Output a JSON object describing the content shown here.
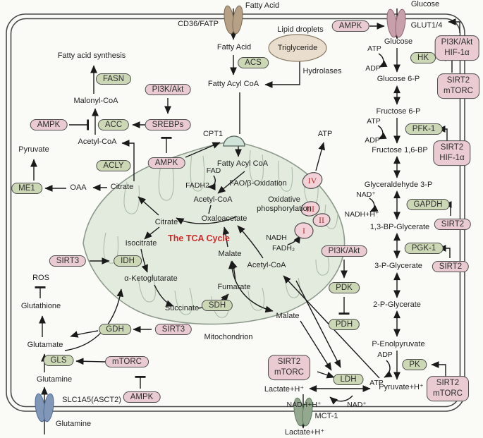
{
  "colors": {
    "background": "#fafaf7",
    "enzyme_pill_green": "#ccd7b6",
    "regulator_pill_pink": "#e9cbd1",
    "mitochondrion_fill": "#e3ebde",
    "mitochondrion_stroke": "#8d9a8b",
    "membrane_stroke": "#4a4a4a",
    "arrow_color": "#1a1a1a",
    "tca_title_red": "#cf2b2b",
    "complex_fill": "#f2d2d8",
    "triglyceride_fill": "#e9ddcd",
    "cd36_transporter": "#b6a186",
    "glut_transporter": "#c7a0ac",
    "mct_transporter": "#93a88e",
    "slc_transporter": "#8097b8"
  },
  "icons": {
    "cd36_transporter_icon": "paired-ellipse membrane channel",
    "glut_transporter_icon": "paired-ellipse membrane channel",
    "mct_transporter_icon": "paired-ellipse membrane channel",
    "slc_transporter_icon": "paired-ellipse membrane channel",
    "cpt1_icon": "dome on mitochondrial membrane",
    "complex_icon": "pink blob with red roman numeral"
  },
  "labels": {
    "fatty_acid": "Fatty Acid",
    "cd36": "CD36/FATP",
    "glucose": "Glucose",
    "glut14": "GLUT1/4",
    "ampk": "AMPK",
    "pi3k_akt": "PI3K/Akt",
    "hif1a": "HIF-1α",
    "sirt2": "SIRT2",
    "sirt3": "SIRT3",
    "mtorc": "mTORC",
    "srebps": "SREBPs",
    "fasn": "FASN",
    "acc": "ACC",
    "acly": "ACLY",
    "me1": "ME1",
    "acs": "ACS",
    "hk": "HK",
    "pfk1": "PFK-1",
    "gapdh": "GAPDH",
    "pgk1": "PGK-1",
    "pk": "PK",
    "ldh": "LDH",
    "pdk": "PDK",
    "pdh": "PDH",
    "idh": "IDH",
    "sdh": "SDH",
    "gdh": "GDH",
    "gls": "GLS",
    "fatty_acid_synthesis": "Fatty acid synthesis",
    "malonyl_coa": "Malonyl-CoA",
    "acetyl_coa": "Acetyl-CoA",
    "pyruvate": "Pyruvate",
    "oaa": "OAA",
    "citrate": "Citrate",
    "cpt1": "CPT1",
    "lipid_droplets": "Lipid droplets",
    "triglyceride": "Triglyceride",
    "hydrolases": "Hydrolases",
    "fatty_acyl_coa": "Fatty Acyl CoA",
    "fad": "FAD",
    "fadh2": "FADH2",
    "fadh2_sub": "FADH₂",
    "fao": "FAO/β-Oxidation",
    "oxidative": "Oxidative",
    "phosphorylation": "phosphorylation",
    "oxaloacetate": "Oxaloacetate",
    "isocitrate": "Isocitrate",
    "tca_cycle": "The TCA Cycle",
    "malate": "Malate",
    "nadh": "NADH",
    "akg": "α-Ketoglutarate",
    "succinate": "Succinate",
    "fumarate": "Fumarate",
    "mitochondrion": "Mitochondrion",
    "atp": "ATP",
    "adp": "ADP",
    "nad_plus": "NAD⁺",
    "nadh_h": "NADH+H⁺",
    "glucose6p": "Glucose 6-P",
    "fructose6p": "Fructose 6-P",
    "fructose16bp": "Fructose 1,6-BP",
    "glyceraldehyde3p": "Glyceraldehyde 3-P",
    "bp13_glycerate": "1,3-BP-Glycerate",
    "glycerate3p": "3-P-Glycerate",
    "glycerate2p": "2-P-Glycerate",
    "pep": "P-Enolpyruvate",
    "pyruvate_h": "Pyruvate+H⁺",
    "lactate_h": "Lactate+H⁺",
    "mct1": "MCT-1",
    "ros": "ROS",
    "glutathione": "Glutathione",
    "glutamate": "Glutamate",
    "glutamine": "Glutamine",
    "slc1a5": "SLC1A5(ASCT2)",
    "complex_1": "I",
    "complex_2": "II",
    "complex_3": "III",
    "complex_4": "IV"
  }
}
